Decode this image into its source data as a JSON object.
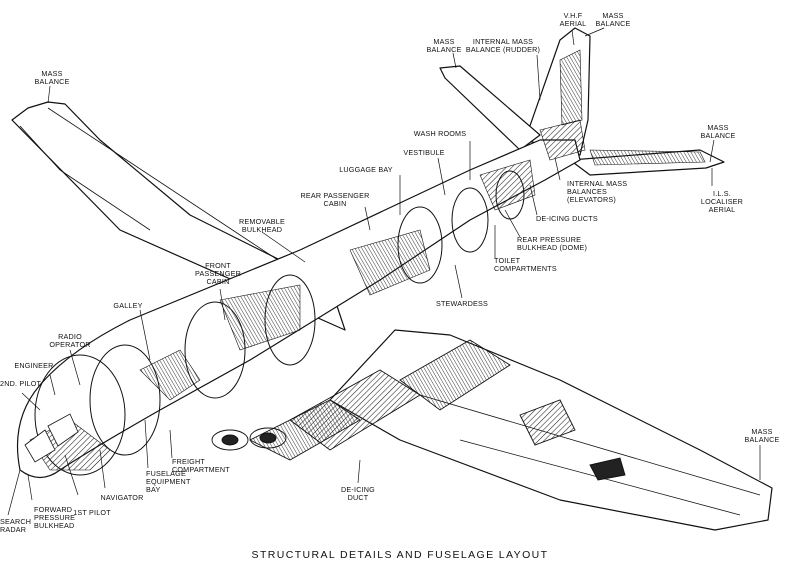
{
  "caption": "STRUCTURAL DETAILS AND FUSELAGE LAYOUT",
  "labels": {
    "mass_balance_left_wing": "MASS\nBALANCE",
    "mass_balance_fin": "MASS\nBALANCE",
    "internal_mass_balance_rudder": "INTERNAL MASS\nBALANCE (RUDDER)",
    "vhf_aerial": "V.H.F\nAERIAL",
    "mass_balance_fin_top": "MASS\nBALANCE",
    "mass_balance_tailplane": "MASS\nBALANCE",
    "wash_rooms": "WASH ROOMS",
    "vestibule": "VESTIBULE",
    "luggage_bay": "LUGGAGE BAY",
    "rear_passenger_cabin": "REAR PASSENGER\nCABIN",
    "removable_bulkhead": "REMOVABLE\nBULKHEAD",
    "internal_mass_balances_elevators": "INTERNAL MASS\nBALANCES\n(ELEVATORS)",
    "ils_localiser_aerial": "I.L.S.\nLOCALISER\nAERIAL",
    "de_icing_ducts": "DE-ICING DUCTS",
    "rear_pressure_bulkhead": "REAR PRESSURE\nBULKHEAD (DOME)",
    "toilet_compartments": "TOILET\nCOMPARTMENTS",
    "stewardess": "STEWARDESS",
    "front_passenger_cabin": "FRONT\nPASSENGER\nCABIN",
    "galley": "GALLEY",
    "radio_operator": "RADIO\nOPERATOR",
    "engineer": "ENGINEER",
    "second_pilot": "2ND. PILOT",
    "freight_compartment": "FREIGHT\nCOMPARTMENT",
    "fuselage_equipment_bay": "FUSELAGE\nEQUIPMENT\nBAY",
    "navigator": "NAVIGATOR",
    "first_pilot": "1ST PILOT",
    "forward_pressure_bulkhead": "FORWARD\nPRESSURE\nBULKHEAD",
    "search_radar": "SEARCH\nRADAR",
    "de_icing_duct": "DE-ICING\nDUCT",
    "mass_balance_right_wing": "MASS\nBALANCE"
  }
}
